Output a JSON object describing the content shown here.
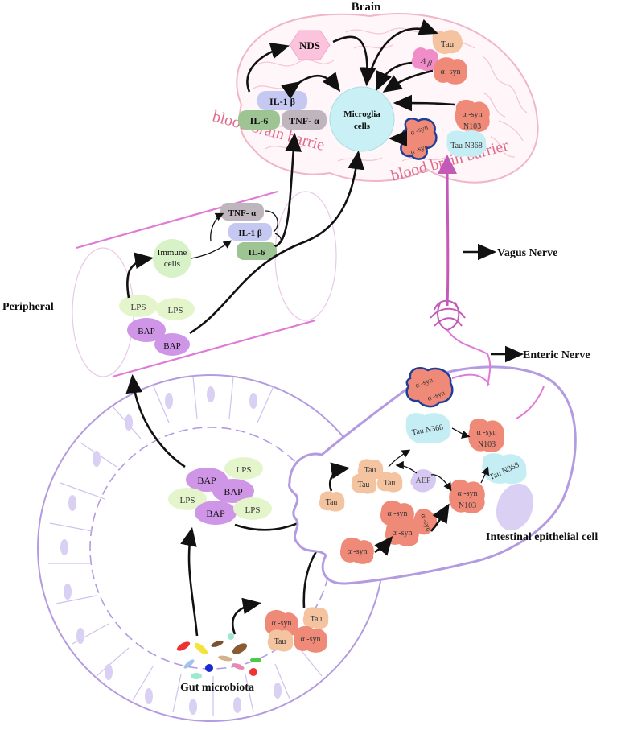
{
  "labels": {
    "brain": "Brain",
    "nds": "NDS",
    "microglia_line1": "Microglia",
    "microglia_line2": "cells",
    "bbb_left": "blood brain barrie",
    "bbb_right": "blood brain barrier",
    "peripheral": "Peripheral",
    "immune_line1": "Immune",
    "immune_line2": "cells",
    "vagus": "Vagus Nerve",
    "enteric": "Enteric Nerve",
    "epithelial": "Intestinal epithelial cell",
    "gut_microbiota": "Gut microbiota"
  },
  "molecules": {
    "tau": "Tau",
    "abeta": "A β",
    "asyn": "α -syn",
    "asyn_n103_a": "α -syn",
    "asyn_n103_b": "N103",
    "tau_n368": "Tau N368",
    "il1b": "IL-1 β",
    "il6": "IL-6",
    "tnfa": "TNF- α",
    "lps": "LPS",
    "bap": "BAP",
    "aep": "AEP"
  },
  "colors": {
    "brain_outline": "#f0b6c8",
    "bbb_text": "#e06a8c",
    "gut_purple": "#b49ae0",
    "nerve_magenta": "#d86ac8",
    "microglia": "#c9f0f4",
    "tau": "#f4c4a0",
    "asyn": "#f08a78",
    "abeta": "#f08cc8",
    "nds": "#fbc4dc",
    "il1b": "#c5c8f0",
    "il6": "#9ec493",
    "tnfa": "#bfb5bd",
    "lps": "#e4f5cc",
    "bap": "#cf96e8",
    "tau_n368": "#c5eef4",
    "aep": "#d6c8f0",
    "dark_blue": "#1f3d99"
  }
}
